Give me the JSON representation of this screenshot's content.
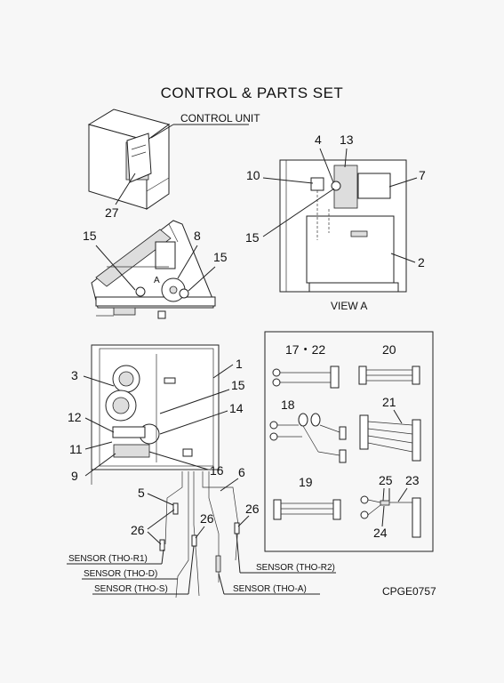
{
  "title": "CONTROL & PARTS SET",
  "drawing_code": "CPGE0757",
  "control_unit_label": "CONTROL UNIT",
  "view_label": "VIEW A",
  "view_arrow_label": "A",
  "part_numbers": {
    "p1": "1",
    "p2": "2",
    "p3": "3",
    "p4": "4",
    "p5": "5",
    "p6": "6",
    "p7": "7",
    "p8": "8",
    "p9": "9",
    "p10": "10",
    "p11": "11",
    "p12": "12",
    "p13": "13",
    "p14": "14",
    "p15a": "15",
    "p15b": "15",
    "p15c": "15",
    "p15d": "15",
    "p16": "16",
    "p17_22": "17・22",
    "p18": "18",
    "p19": "19",
    "p20": "20",
    "p21": "21",
    "p23": "23",
    "p24": "24",
    "p25": "25",
    "p26a": "26",
    "p26b": "26",
    "p26c": "26",
    "p27": "27"
  },
  "sensors": {
    "r1": "SENSOR (THO-R1)",
    "d": "SENSOR (THO-D)",
    "s": "SENSOR (THO-S)",
    "r2": "SENSOR (THO-R2)",
    "a": "SENSOR (THO-A)"
  }
}
